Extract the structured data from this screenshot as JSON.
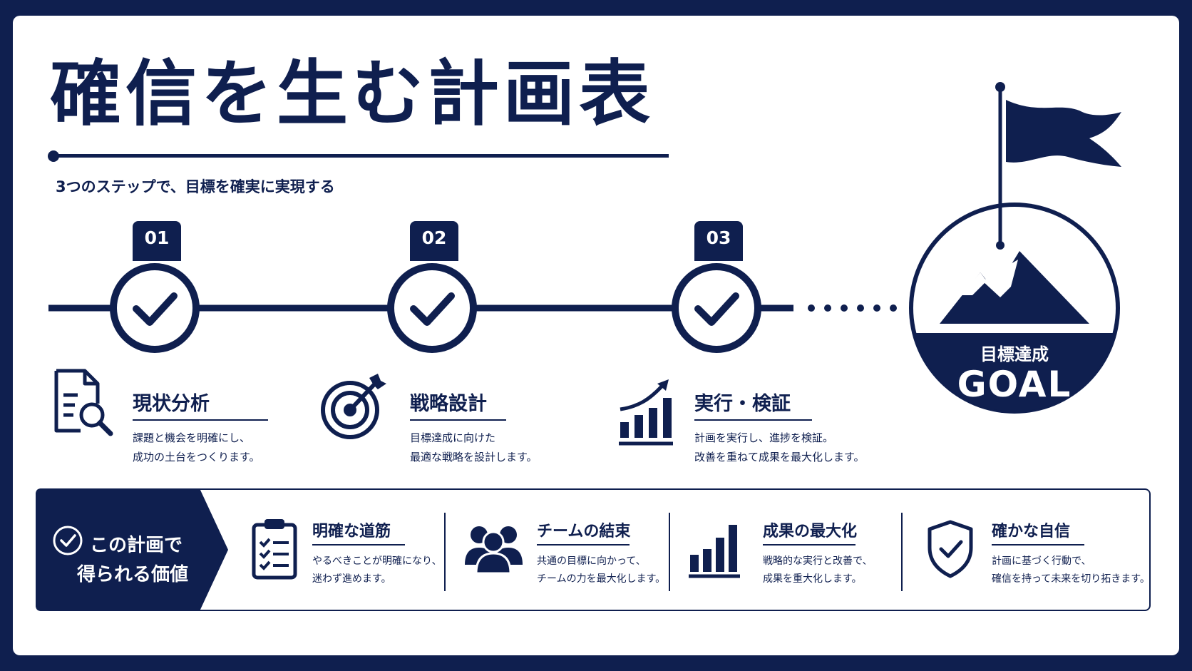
{
  "title": "確信を生む計画表",
  "subtitle": "3つのステップで、目標を確実に実現する",
  "steps": [
    {
      "number": "01",
      "title": "現状分析",
      "desc_line1": "課題と機会を明確にし、",
      "desc_line2": "成功の土台をつくります。",
      "icon": "document-search-icon"
    },
    {
      "number": "02",
      "title": "戦略設計",
      "desc_line1": "目標達成に向けた",
      "desc_line2": "最適な戦略を設計します。",
      "icon": "target-arrow-icon"
    },
    {
      "number": "03",
      "title": "実行・検証",
      "desc_line1": "計画を実行し、進捗を検証。",
      "desc_line2": "改善を重ねて成果を最大化します。",
      "icon": "growth-chart-icon"
    }
  ],
  "goal": {
    "label_jp": "目標達成",
    "label_en": "GOAL",
    "icon": "mountain-flag-icon"
  },
  "value_section": {
    "heading_line1": "この計画で",
    "heading_line2": "得られる価値",
    "items": [
      {
        "title": "明確な道筋",
        "desc_line1": "やるべきことが明確になり、",
        "desc_line2": "迷わず進めます。",
        "icon": "clipboard-checklist-icon"
      },
      {
        "title": "チームの結束",
        "desc_line1": "共通の目標に向かって、",
        "desc_line2": "チームの力を最大化します。",
        "icon": "team-icon"
      },
      {
        "title": "成果の最大化",
        "desc_line1": "戦略的な実行と改善で、",
        "desc_line2": "成果を重大化します。",
        "icon": "bar-chart-icon"
      },
      {
        "title": "確かな自信",
        "desc_line1": "計画に基づく行動で、",
        "desc_line2": "確信を持って未来を切り拓きます。",
        "icon": "shield-check-icon"
      }
    ]
  },
  "colors": {
    "navy": "#0f1f4f",
    "white": "#ffffff"
  }
}
